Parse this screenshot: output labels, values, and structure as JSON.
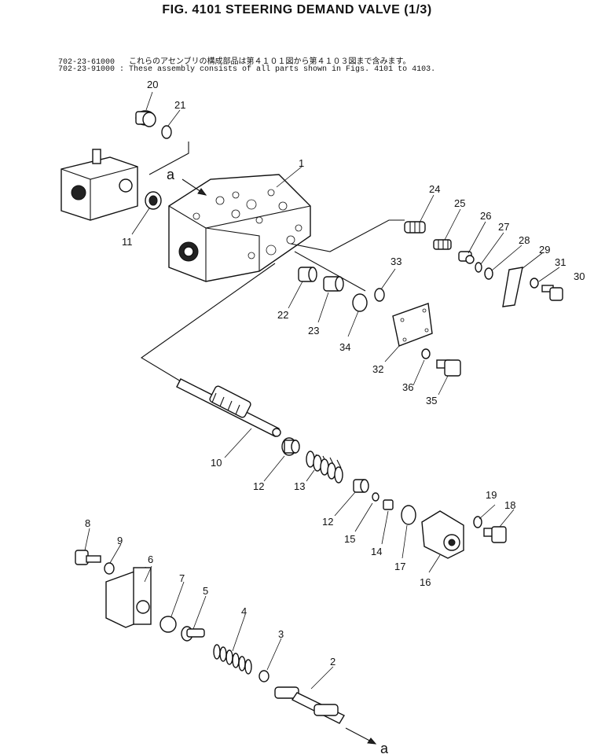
{
  "title": "FIG. 4101  STEERING DEMAND VALVE (1/3)",
  "notes": [
    "702-23-61000   これらのアセンブリの構成部品は第４１０１図から第４１０３図まで含みます。",
    "702-23-91000 : These assembly consists of all parts shown in Figs. 4101 to 4103."
  ],
  "callouts": {
    "p1": "1",
    "p2": "2",
    "p3": "3",
    "p4": "4",
    "p5": "5",
    "p6": "6",
    "p7": "7",
    "p8": "8",
    "p9": "9",
    "p10": "10",
    "p11": "11",
    "p12a": "12",
    "p12b": "12",
    "p13": "13",
    "p14": "14",
    "p15": "15",
    "p16": "16",
    "p17": "17",
    "p18": "18",
    "p19": "19",
    "p20": "20",
    "p21": "21",
    "p22": "22",
    "p23": "23",
    "p24": "24",
    "p25": "25",
    "p26": "26",
    "p27": "27",
    "p28": "28",
    "p29": "29",
    "p30": "30",
    "p31": "31",
    "p32": "32",
    "p33": "33",
    "p34": "34",
    "p35": "35",
    "p36": "36"
  },
  "reference_marks": {
    "top": "a",
    "bottom": "a"
  }
}
